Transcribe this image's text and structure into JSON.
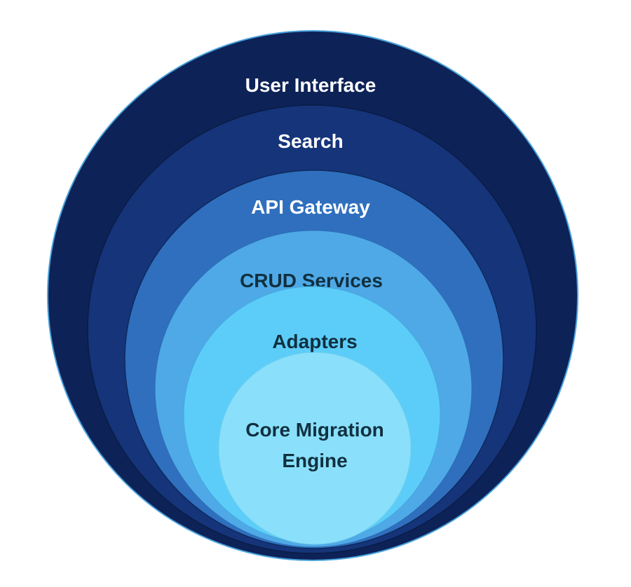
{
  "diagram": {
    "layers": [
      {
        "label": "User Interface",
        "fill": "#0d2257",
        "stroke": "#4aa3dc",
        "text_color": "#ffffff"
      },
      {
        "label": "Search",
        "fill": "#15347a",
        "stroke": "#0a1c45",
        "text_color": "#ffffff"
      },
      {
        "label": "API Gateway",
        "fill": "#2f6fbe",
        "stroke": "#0e2a5c",
        "text_color": "#ffffff"
      },
      {
        "label": "CRUD Services",
        "fill": "#4fa9e6",
        "stroke": "#2c6fb8",
        "text_color": "#103040"
      },
      {
        "label": "Adapters",
        "fill": "#5ccdf8",
        "stroke": "#46a8de",
        "text_color": "#103040"
      },
      {
        "label": "Core Migration",
        "label_line2": "Engine",
        "fill": "#8ae0fb",
        "stroke": "#74cfee",
        "text_color": "#103040"
      }
    ]
  }
}
